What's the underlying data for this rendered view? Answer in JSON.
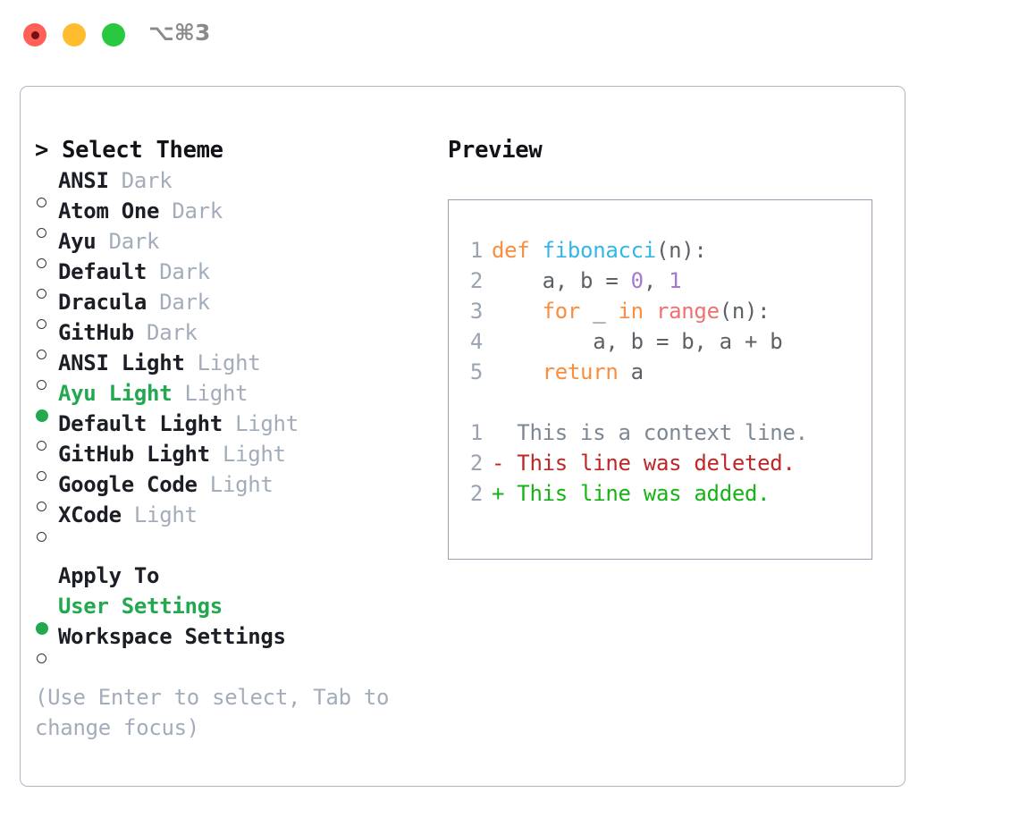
{
  "titlebar": {
    "shortcut": "⌥⌘3",
    "buttons": [
      {
        "name": "close",
        "color": "#FF6158"
      },
      {
        "name": "minimize",
        "color": "#FEBC2E"
      },
      {
        "name": "maximize",
        "color": "#28C83F"
      }
    ]
  },
  "theme_picker": {
    "heading": "> Select Theme",
    "items": [
      {
        "marker": "○",
        "label": "ANSI",
        "tag": "Dark",
        "selected": false
      },
      {
        "marker": "○",
        "label": "Atom One",
        "tag": "Dark",
        "selected": false
      },
      {
        "marker": "○",
        "label": "Ayu",
        "tag": "Dark",
        "selected": false
      },
      {
        "marker": "○",
        "label": "Default",
        "tag": "Dark",
        "selected": false
      },
      {
        "marker": "○",
        "label": "Dracula",
        "tag": "Dark",
        "selected": false
      },
      {
        "marker": "○",
        "label": "GitHub",
        "tag": "Dark",
        "selected": false
      },
      {
        "marker": "○",
        "label": "ANSI Light",
        "tag": "Light",
        "selected": false
      },
      {
        "marker": "●",
        "label": "Ayu Light",
        "tag": "Light",
        "selected": true
      },
      {
        "marker": "○",
        "label": "Default Light",
        "tag": "Light",
        "selected": false
      },
      {
        "marker": "○",
        "label": "GitHub Light",
        "tag": "Light",
        "selected": false
      },
      {
        "marker": "○",
        "label": "Google Code",
        "tag": "Light",
        "selected": false
      },
      {
        "marker": "○",
        "label": "XCode",
        "tag": "Light",
        "selected": false
      }
    ]
  },
  "apply_to": {
    "heading": "Apply To",
    "items": [
      {
        "marker": "●",
        "label": "User Settings",
        "selected": true
      },
      {
        "marker": "○",
        "label": "Workspace Settings",
        "selected": false
      }
    ]
  },
  "hint": "(Use Enter to select, Tab to change focus)",
  "preview": {
    "title": "Preview",
    "code_lines": [
      {
        "number": "1",
        "tokens": [
          {
            "text": "def ",
            "type": "kw"
          },
          {
            "text": "fibonacci",
            "type": "fn"
          },
          {
            "text": "(n):",
            "type": "punct"
          }
        ]
      },
      {
        "number": "2",
        "tokens": [
          {
            "text": "    a, b = ",
            "type": "plain"
          },
          {
            "text": "0",
            "type": "num"
          },
          {
            "text": ", ",
            "type": "plain"
          },
          {
            "text": "1",
            "type": "num"
          }
        ]
      },
      {
        "number": "3",
        "tokens": [
          {
            "text": "    ",
            "type": "plain"
          },
          {
            "text": "for",
            "type": "kw"
          },
          {
            "text": " _ ",
            "type": "plain"
          },
          {
            "text": "in",
            "type": "kw"
          },
          {
            "text": " ",
            "type": "plain"
          },
          {
            "text": "range",
            "type": "bi"
          },
          {
            "text": "(n):",
            "type": "punct"
          }
        ]
      },
      {
        "number": "4",
        "tokens": [
          {
            "text": "        a, b = b, a + b",
            "type": "plain"
          }
        ]
      },
      {
        "number": "5",
        "tokens": [
          {
            "text": "    ",
            "type": "plain"
          },
          {
            "text": "return",
            "type": "kw"
          },
          {
            "text": " a",
            "type": "plain"
          }
        ]
      }
    ],
    "diff_lines": [
      {
        "number": "1",
        "sign": " ",
        "text": " This is a context line.",
        "type": "ctx"
      },
      {
        "number": "2",
        "sign": "-",
        "text": " This line was deleted.",
        "type": "del"
      },
      {
        "number": "2",
        "sign": "+",
        "text": " This line was added.",
        "type": "add"
      }
    ]
  },
  "colors": {
    "keyword": "#FA8D3E",
    "function": "#35B6E8",
    "number": "#A37ACC",
    "builtin": "#F07171",
    "plain": "#5C6166",
    "line_number": "#9AA4B1",
    "selected": "#22A94F",
    "muted": "#A3ACBA",
    "diff_context": "#7C8794",
    "diff_deleted": "#C02626",
    "diff_added": "#16B316",
    "border": "#AEB6C2"
  }
}
